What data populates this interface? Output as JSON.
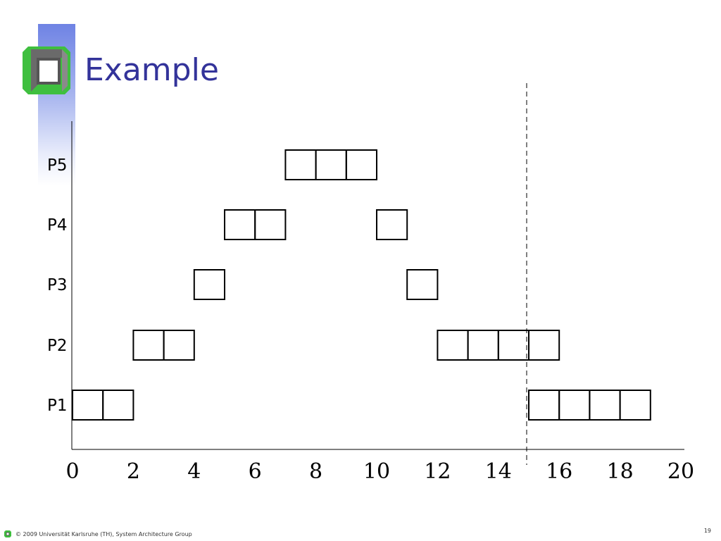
{
  "slide": {
    "title": "Example",
    "footer": "© 2009 Universität Karlsruhe (TH), System Architecture Group",
    "slide_number": "19"
  },
  "colors": {
    "title": "#33339a",
    "logo_green": "#3fbf3f",
    "logo_grey": "#707070",
    "band_top": "#6f83e4"
  },
  "chart_data": {
    "type": "gantt",
    "title": "",
    "xlabel": "",
    "ylabel": "",
    "xlim": [
      0,
      20
    ],
    "x_ticks": [
      "0",
      "2",
      "4",
      "6",
      "8",
      "10",
      "12",
      "14",
      "16",
      "18",
      "20"
    ],
    "rows": [
      "P5",
      "P4",
      "P3",
      "P2",
      "P1"
    ],
    "intervals": [
      {
        "row": "P1",
        "start": 0,
        "end": 1
      },
      {
        "row": "P1",
        "start": 1,
        "end": 2
      },
      {
        "row": "P2",
        "start": 2,
        "end": 3
      },
      {
        "row": "P2",
        "start": 3,
        "end": 4
      },
      {
        "row": "P3",
        "start": 4,
        "end": 5
      },
      {
        "row": "P4",
        "start": 5,
        "end": 6
      },
      {
        "row": "P4",
        "start": 6,
        "end": 7
      },
      {
        "row": "P5",
        "start": 7,
        "end": 8
      },
      {
        "row": "P5",
        "start": 8,
        "end": 9
      },
      {
        "row": "P5",
        "start": 9,
        "end": 10
      },
      {
        "row": "P4",
        "start": 10,
        "end": 11
      },
      {
        "row": "P3",
        "start": 11,
        "end": 12
      },
      {
        "row": "P2",
        "start": 12,
        "end": 13
      },
      {
        "row": "P2",
        "start": 13,
        "end": 14
      },
      {
        "row": "P2",
        "start": 14,
        "end": 15
      },
      {
        "row": "P2",
        "start": 15,
        "end": 16
      },
      {
        "row": "P1",
        "start": 15,
        "end": 16
      },
      {
        "row": "P1",
        "start": 16,
        "end": 17
      },
      {
        "row": "P1",
        "start": 17,
        "end": 18
      },
      {
        "row": "P1",
        "start": 18,
        "end": 19
      }
    ],
    "markers": [
      {
        "x": 15,
        "style": "dashed"
      }
    ],
    "grid": false,
    "legend": "none"
  }
}
